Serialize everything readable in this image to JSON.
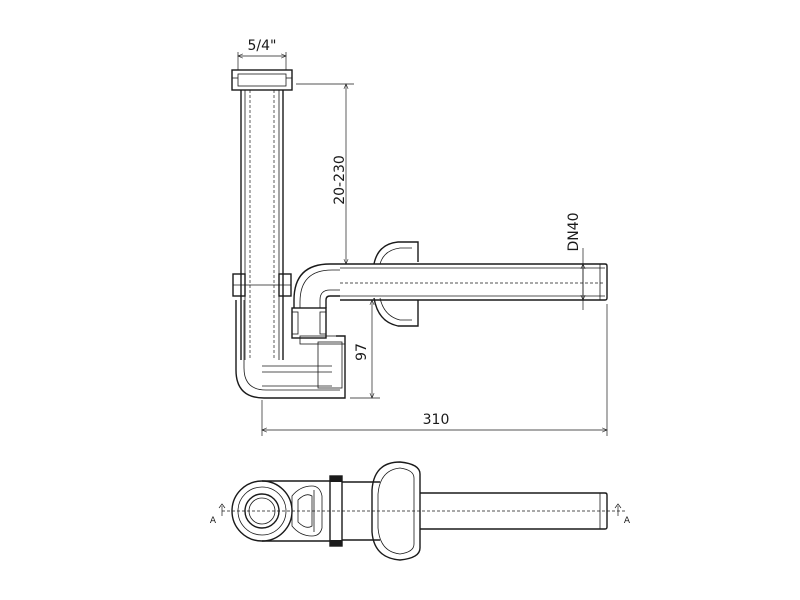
{
  "dimensions": {
    "thread": "5/4\"",
    "height_range": "20-230",
    "outlet_size": "DN40",
    "trap_height": "97",
    "length": "310"
  },
  "section_markers": {
    "left": "A",
    "right": "A"
  }
}
